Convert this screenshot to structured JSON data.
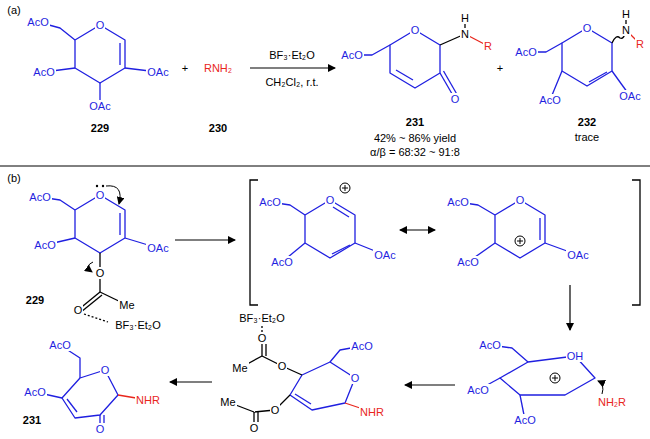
{
  "diagram": {
    "labels": [
      "(a)",
      "AcO",
      "O",
      "AcO",
      "OAc",
      "OAc",
      "229",
      "+",
      "RNH₂",
      "230",
      "BF₃·Et₂O",
      "CH₂Cl₂, r.t.",
      "AcO",
      "O",
      "H",
      "N",
      "R",
      "O",
      "231",
      "42% ~ 86% yield",
      "α/β = 68:32 ~ 91:8",
      "+",
      "AcO",
      "O",
      "H",
      "N",
      "R",
      "AcO",
      "OAc",
      "232",
      "trace",
      "(b)",
      "AcO",
      "O",
      "AcO",
      "OAc",
      "O",
      "Me",
      "O",
      "BF₃·Et₂O",
      "229",
      "AcO",
      "O",
      "AcO",
      "OAc",
      "AcO",
      "O",
      "AcO",
      "OAc",
      "AcO",
      "OH",
      "AcO",
      "AcO",
      "NH₂R",
      "BF₃·Et₂O",
      "O",
      "Me",
      "O",
      "AcO",
      "O",
      "NHR",
      "O",
      "Me",
      "O",
      "AcO",
      "AcO",
      "O",
      "O",
      "NHR",
      "231"
    ]
  }
}
